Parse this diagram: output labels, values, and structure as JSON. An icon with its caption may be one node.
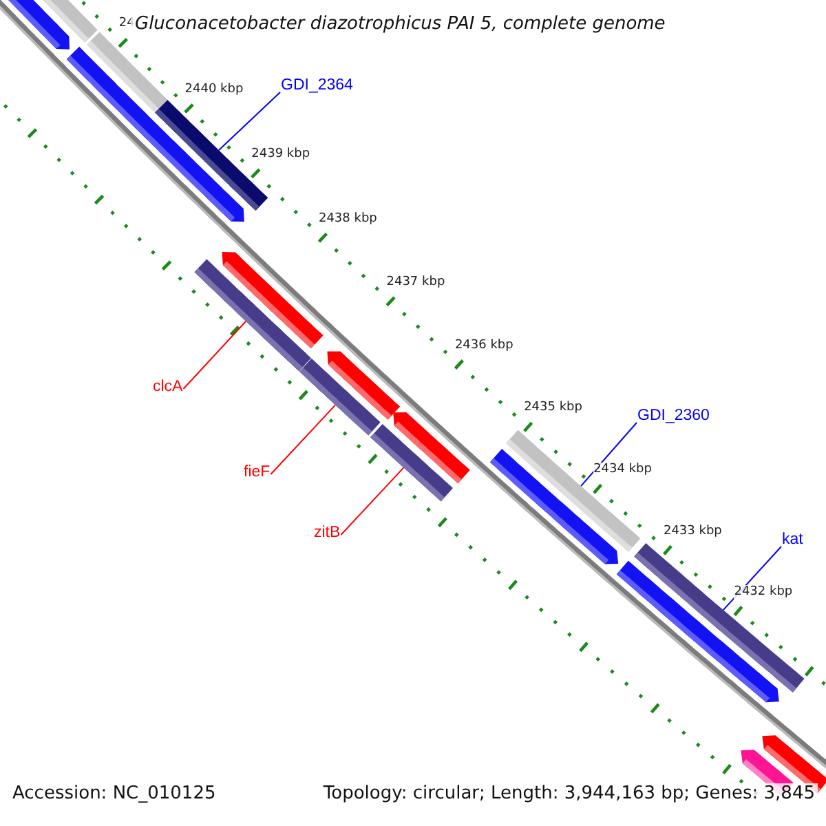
{
  "diagram": {
    "title": "Gluconacetobacter diazotrophicus PAI 5, complete genome",
    "nodes": [
      {
        "text": [
          "GDI_2364"
        ]
      },
      {
        "text": [
          "clcA"
        ]
      },
      {
        "text": [
          "fieF"
        ]
      },
      {
        "text": [
          "zitB"
        ]
      },
      {
        "text": [
          "GDI_2360"
        ]
      },
      {
        "text": [
          "kat"
        ]
      },
      {
        "text": [],
        "shape": "bar"
      },
      {
        "text": [],
        "shape": "bar"
      },
      {
        "text": [],
        "shape": "bar"
      },
      {
        "text": [],
        "shape": "bar"
      },
      {
        "text": [],
        "shape": "bar"
      },
      {
        "text": [],
        "shape": "bar"
      },
      {
        "text": [],
        "shape": "bar"
      },
      {
        "text": [],
        "shape": "bar"
      },
      {
        "text": [],
        "shape": "bar"
      },
      {
        "text": [],
        "shape": "bar"
      },
      {
        "text": [],
        "shape": "bar"
      },
      {
        "text": [],
        "shape": "bar"
      },
      {
        "text": [],
        "shape": "bar"
      },
      {
        "text": [],
        "shape": "bar"
      },
      {
        "text": [],
        "shape": "bar"
      },
      {
        "text": [],
        "shape": "bar"
      },
      {
        "text": [],
        "shape": "bar"
      }
    ],
    "edges": [
      {
        "from": 0,
        "to": 10,
        "arrow": "none",
        "color": "#0000ff"
      },
      {
        "from": 1,
        "to": 11,
        "arrow": "none",
        "color": "#ff0000"
      },
      {
        "from": 2,
        "to": 13,
        "arrow": "none",
        "color": "#ff0000"
      },
      {
        "from": 3,
        "to": 15,
        "arrow": "none",
        "color": "#ff0000"
      },
      {
        "from": 4,
        "to": 18,
        "arrow": "none",
        "color": "#0000ff"
      },
      {
        "from": 5,
        "to": 20,
        "arrow": "none",
        "color": "#0000ff"
      }
    ],
    "labels": [
      "24",
      "2440 kbp",
      "2439 kbp",
      "2438 kbp",
      "2437 kbp",
      "2436 kbp",
      "2435 kbp",
      "2434 kbp",
      "2433 kbp",
      "2432 kbp",
      "Accession: NC_010125",
      "Topology: circular; Length: 3,944,163 bp; Genes: 3,845"
    ]
  }
}
